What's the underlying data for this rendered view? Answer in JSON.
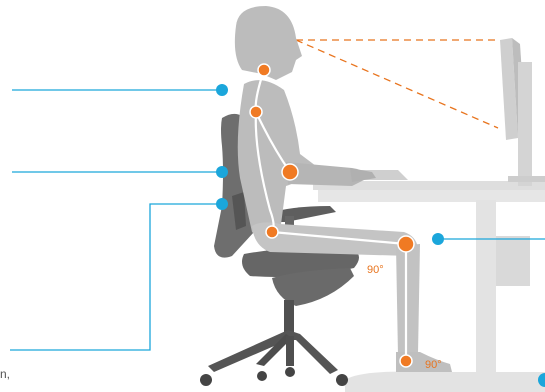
{
  "diagram": {
    "colors": {
      "figure": "#bcbcbc",
      "chair": "#6e6e6e",
      "chair_dark": "#5a5a5a",
      "desk": "#dedede",
      "monitor": "#d2d2d2",
      "joint": "#f07a23",
      "callout": "#1ba6db",
      "sightline": "#e8741e"
    },
    "angles": {
      "knee": "90°",
      "ankle": "90°"
    },
    "partial_text": "n,"
  }
}
